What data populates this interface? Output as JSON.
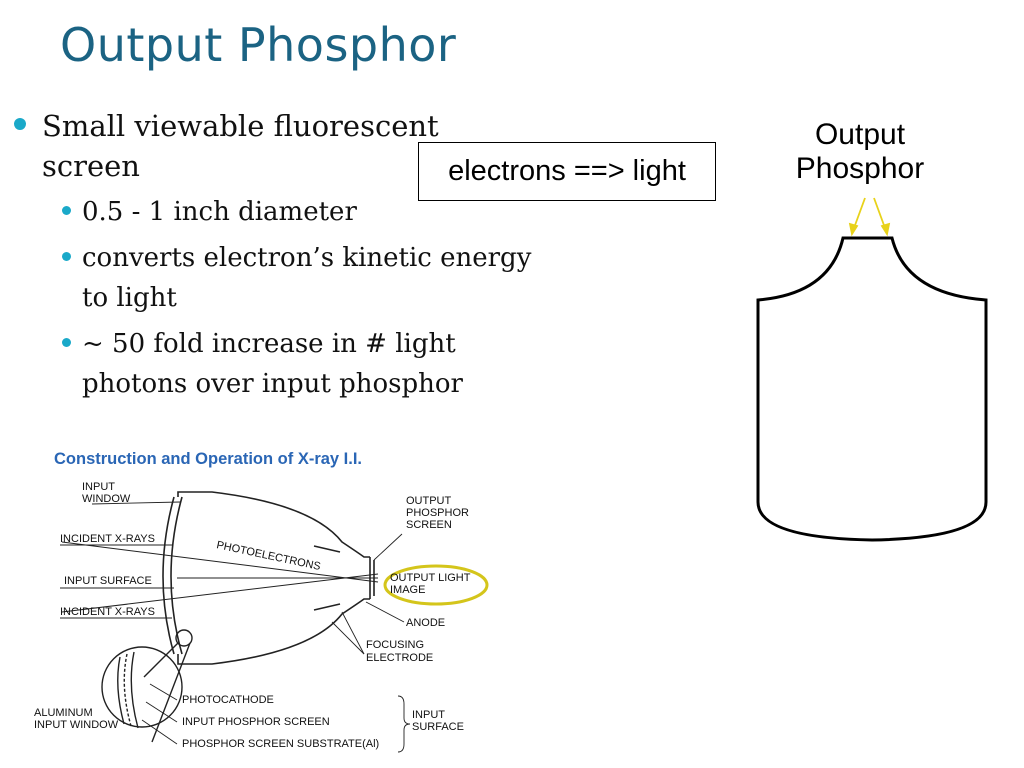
{
  "slide": {
    "title": "Output Phosphor",
    "bullets": {
      "main": "Small viewable fluorescent screen",
      "sub": [
        "0.5 - 1 inch diameter",
        "converts electron’s kinetic energy to light",
        "~ 50 fold increase in # light photons over input phosphor"
      ]
    },
    "callout_box": "electrons ==> light",
    "output_label": [
      "Output",
      "Phosphor"
    ],
    "colors": {
      "title": "#1b6383",
      "bullet": "#1aa9c9",
      "arrow": "#e8d21a",
      "highlight": "#d4c51b",
      "diagram_title": "#2a66b5"
    }
  },
  "diagram": {
    "title": "Construction and Operation of X-ray I.I.",
    "labels": {
      "input_window": [
        "INPUT",
        "WINDOW"
      ],
      "incident_xrays_1": "INCIDENT X-RAYS",
      "input_surface": "INPUT SURFACE",
      "incident_xrays_2": "INCIDENT X-RAYS",
      "photoelectrons": "PHOTOELECTRONS",
      "output_phosphor_screen": [
        "OUTPUT",
        "PHOSPHOR",
        "SCREEN"
      ],
      "output_light_image": [
        "OUTPUT LIGHT",
        "IMAGE"
      ],
      "anode": "ANODE",
      "focusing_electrode": [
        "FOCUSING",
        "ELECTRODE"
      ],
      "aluminum_input_window": [
        "ALUMINUM",
        "INPUT WINDOW"
      ],
      "photocathode": "PHOTOCATHODE",
      "input_phosphor_screen": "INPUT PHOSPHOR SCREEN",
      "phosphor_screen_substrate": "PHOSPHOR SCREEN SUBSTRATE(Al)",
      "input_surface_bracket": [
        "INPUT",
        "SURFACE"
      ]
    }
  }
}
